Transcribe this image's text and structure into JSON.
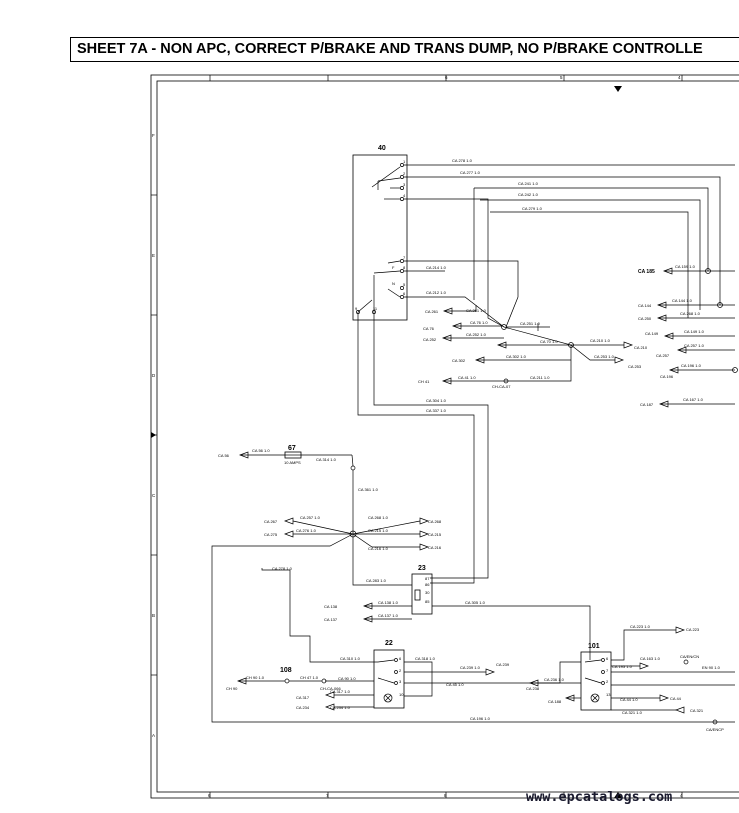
{
  "sheet_title": "SHEET 7A - NON APC, CORRECT P/BRAKE AND TRANS DUMP, NO P/BRAKE CONTROLLE",
  "watermark": "www.epcatalogs.com",
  "grid_top": [
    "6",
    "5",
    "4"
  ],
  "grid_bottom": [
    "6",
    "7",
    "8",
    "5",
    "4"
  ],
  "grid_left": [
    "F",
    "E",
    "D",
    "C",
    "B",
    "A"
  ],
  "components": {
    "c40": "40",
    "c67": "67",
    "c67_sub": "10 AMPS",
    "c23": "23",
    "c22": "22",
    "c101": "101",
    "c108": "108"
  },
  "sw40_pins": [
    "1",
    "2",
    "3",
    "4",
    "7",
    "8",
    "5",
    "6",
    "11"
  ],
  "sw40_letters": [
    "F",
    "N"
  ],
  "c23_pins": [
    "87",
    "86",
    "30",
    "85"
  ],
  "c22_pins": [
    "6",
    "2",
    "3",
    "10"
  ],
  "c101_pins": [
    "6",
    "7",
    "2",
    "13"
  ],
  "wires": {
    "w1": "CA 278 1.0",
    "w2": "CA 277 1.0",
    "w3": "CA 241 1.0",
    "w4": "CA 242 1.0",
    "w5": "CA 279 1.0",
    "w6": "CA 214 1.0",
    "w7": "CA 212 1.0",
    "w8": "CA 261 1.0",
    "w9": "CA 251 1.0",
    "w10": "CA 76 1.0",
    "w11": "CA 252 1.0",
    "w12": "CA 210 1.0",
    "w13": "CA 70 1.0",
    "w14": "CA 302 1.0",
    "w15": "CA 253 1.0",
    "w16": "CA 41 1.0",
    "w17": "CA 211 1.0",
    "w18": "CA 337 1.0",
    "w19": "CA 304 1.0",
    "w20": "CA 56 1.0",
    "w21": "CA 314 1.0",
    "w22": "CA 361 1.0",
    "w23": "CA 257 1.0",
    "w24": "CA 268 1.0",
    "w25": "CA 276 1.0",
    "w26": "CA 215 1.0",
    "w27": "CA 216 1.0",
    "w28": "CA 278 1.0",
    "w29": "CA 283 1.0",
    "w30": "CA 138 1.0",
    "w31": "CA 137 1.0",
    "w32": "CA 305 1.0",
    "w33": "CA 223 1.0",
    "w34": "CA 310 1.0",
    "w35": "CA 318 1.0",
    "w36": "CA 239 1.0",
    "w37": "CA 45 1.0",
    "w38": "CA 163 1.0",
    "w39": "CA 236 1.0",
    "w40": "CA 193 1.0",
    "w41": "CA 317 1.0",
    "w42": "CA 234 1.0",
    "w43": "CA 90 1.0",
    "w44": "CA 44 1.0",
    "w45": "CA 321 1.0",
    "w46": "CA 196 1.0",
    "w47": "CH 90 1.0",
    "w48": "CH 47 1.0",
    "w49": "CA 159 1.0",
    "w50": "CA 144 1.0",
    "w51": "CA 268 1.0",
    "w52": "CA 149 1.0",
    "w53": "CA 257 1.0",
    "w54": "CA 196 1.0",
    "w55": "CA 167 1.0",
    "w56": "EN 90 1.0"
  },
  "connectors": {
    "k1": "CA 185",
    "k2": "CA 144",
    "k3": "CA 250",
    "k4": "CA 149",
    "k5": "CA 257",
    "k6": "CA 196",
    "k7": "CA 187",
    "k8": "CA 261",
    "k9": "CA 76",
    "k10": "CA 252",
    "k11": "CA 210",
    "k12": "CA 253",
    "k13": "CA 302",
    "k14": "CH 41",
    "k15": "CH-CA-07",
    "k16": "CA 56",
    "k17": "CA 267",
    "k18": "CA 275",
    "k19": "CA 268",
    "k20": "CA 215",
    "k21": "CA 216",
    "k22": "CA 138",
    "k23": "CA 137",
    "k24": "CA 239",
    "k25": "CA 238",
    "k26": "CA 188",
    "k27": "CA 223",
    "k28": "CA 44",
    "k29": "CA 321",
    "k30": "CA 317",
    "k31": "CA 234",
    "k32": "CH 90",
    "k33": "CH-CA-066",
    "k34": "CA/EN/CN",
    "k35": "CA/ENCP"
  }
}
